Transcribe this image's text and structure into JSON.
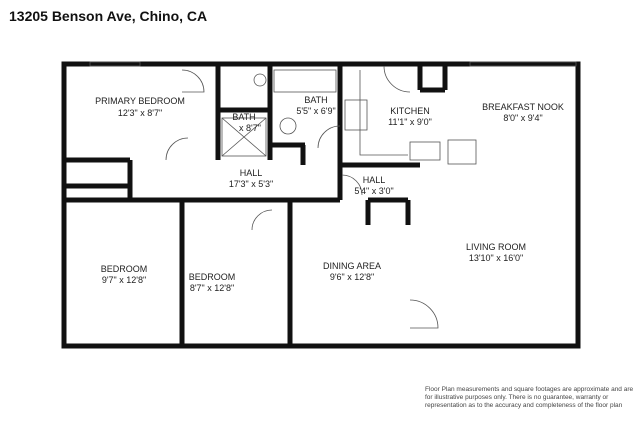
{
  "title": "13205 Benson Ave, Chino, CA",
  "rooms": [
    {
      "name": "PRIMARY BEDROOM",
      "dims": "12'3\" x 8'7\""
    },
    {
      "name": "BATH",
      "dims": "x 8'7\""
    },
    {
      "name": "BATH",
      "dims": "5'5\" x 6'9\""
    },
    {
      "name": "KITCHEN",
      "dims": "11'1\" x 9'0\""
    },
    {
      "name": "BREAKFAST NOOK",
      "dims": "8'0\" x 9'4\""
    },
    {
      "name": "HALL",
      "dims": "17'3\" x 5'3\""
    },
    {
      "name": "HALL",
      "dims": "5'4\" x 3'0\""
    },
    {
      "name": "BEDROOM",
      "dims": "9'7\" x 12'8\""
    },
    {
      "name": "BEDROOM",
      "dims": "8'7\" x 12'8\""
    },
    {
      "name": "DINING AREA",
      "dims": "9'6\" x 12'8\""
    },
    {
      "name": "LIVING ROOM",
      "dims": "13'10\" x 16'0\""
    }
  ],
  "disclaimer": "Floor Plan measurements and square footages are approximate and are for illustrative purposes only. There is no guarantee, warranty or representation as to the accuracy and completeness of the floor plan"
}
